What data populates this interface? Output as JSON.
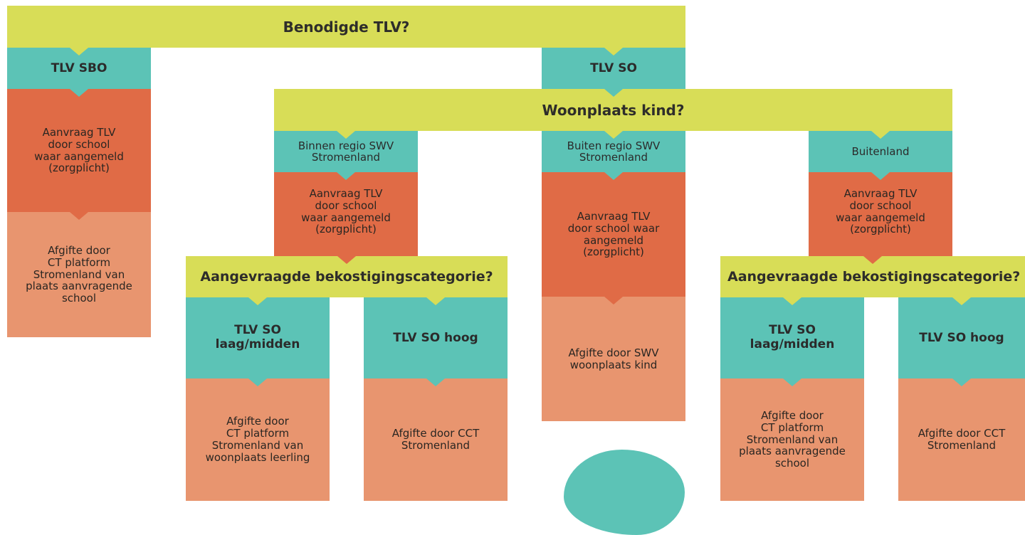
{
  "top": {
    "question": "Benodigde TLV?"
  },
  "sbo": {
    "header": "TLV SBO",
    "request": "Aanvraag TLV\ndoor school\nwaar aangemeld\n(zorgplicht)",
    "issue": "Afgifte door\nCT platform\nStromenland van\nplaats aanvragende\nschool"
  },
  "so": {
    "header": "TLV SO",
    "question": "Woonplaats kind?",
    "binnen": {
      "label": "Binnen regio SWV\nStromenland",
      "request": "Aanvraag TLV\ndoor school\nwaar aangemeld\n(zorgplicht)",
      "question": "Aangevraagde bekostigingscategorie?",
      "low": {
        "label": "TLV SO\nlaag/midden",
        "issue": "Afgifte door\nCT platform\nStromenland van\nwoonplaats leerling"
      },
      "high": {
        "label": "TLV SO hoog",
        "issue": "Afgifte door CCT\nStromenland"
      }
    },
    "buiten": {
      "label": "Buiten regio SWV\nStromenland",
      "request": "Aanvraag TLV\ndoor school waar\naangemeld\n(zorgplicht)",
      "issue": "Afgifte door SWV\nwoonplaats kind"
    },
    "buitenland": {
      "label": "Buitenland",
      "request": "Aanvraag TLV\ndoor school\nwaar aangemeld\n(zorgplicht)",
      "question": "Aangevraagde bekostigingscategorie?",
      "low": {
        "label": "TLV SO\nlaag/midden",
        "issue": "Afgifte door\nCT platform\nStromenland van\nplaats aanvragende\nschool"
      },
      "high": {
        "label": "TLV SO hoog",
        "issue": "Afgifte door CCT\nStromenland"
      }
    }
  },
  "colors": {
    "question_bar": "#d8dd57",
    "option": "#5cc3b6",
    "request": "#e06b46",
    "issue": "#e8956f"
  }
}
